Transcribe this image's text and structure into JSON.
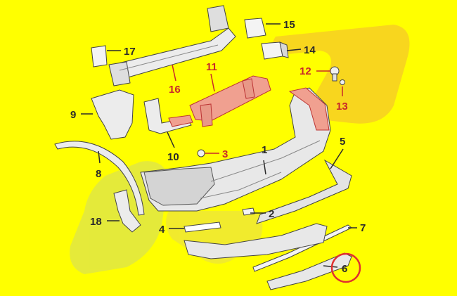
{
  "diagram": {
    "background_color": "#ffff00",
    "highlight_color": "#e03030",
    "callouts": [
      {
        "id": "1",
        "label": "1",
        "color": "#2a2a2a"
      },
      {
        "id": "2",
        "label": "2",
        "color": "#2a2a2a"
      },
      {
        "id": "3",
        "label": "3",
        "color": "#c8282a"
      },
      {
        "id": "4",
        "label": "4",
        "color": "#2a2a2a"
      },
      {
        "id": "5",
        "label": "5",
        "color": "#2a2a2a"
      },
      {
        "id": "6",
        "label": "6",
        "color": "#2a2a2a",
        "circled": true
      },
      {
        "id": "7",
        "label": "7",
        "color": "#2a2a2a"
      },
      {
        "id": "8",
        "label": "8",
        "color": "#2a2a2a"
      },
      {
        "id": "9",
        "label": "9",
        "color": "#2a2a2a"
      },
      {
        "id": "10",
        "label": "10",
        "color": "#2a2a2a"
      },
      {
        "id": "11",
        "label": "11",
        "color": "#c8282a"
      },
      {
        "id": "12",
        "label": "12",
        "color": "#c8282a"
      },
      {
        "id": "13",
        "label": "13",
        "color": "#c8282a"
      },
      {
        "id": "14",
        "label": "14",
        "color": "#2a2a2a"
      },
      {
        "id": "15",
        "label": "15",
        "color": "#2a2a2a"
      },
      {
        "id": "16",
        "label": "16",
        "color": "#c8282a"
      },
      {
        "id": "17",
        "label": "17",
        "color": "#2a2a2a"
      },
      {
        "id": "18",
        "label": "18",
        "color": "#2a2a2a"
      }
    ]
  }
}
